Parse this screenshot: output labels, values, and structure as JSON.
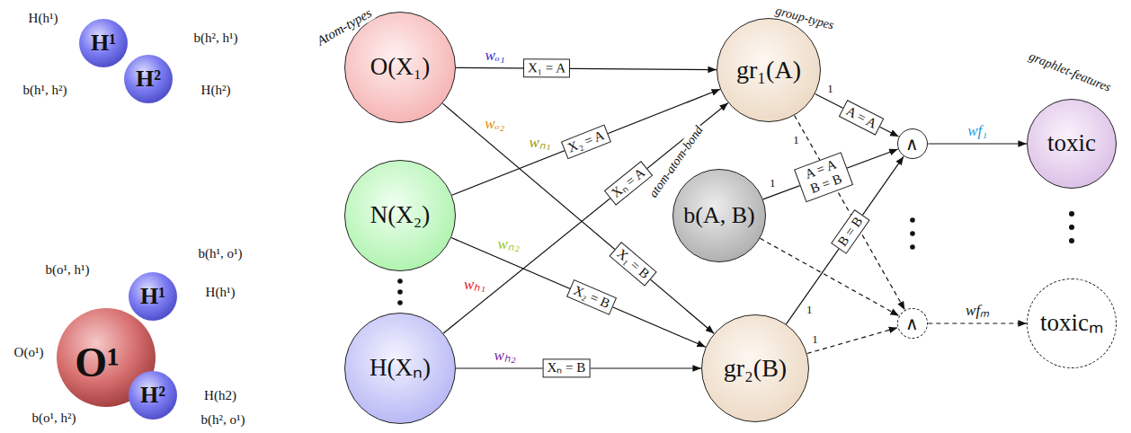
{
  "diagram": {
    "nodes": [
      {
        "text": [
          "H¹"
        ]
      },
      {
        "text": [
          "H²"
        ]
      },
      {
        "text": [
          "O¹"
        ]
      },
      {
        "text": [
          "H¹"
        ]
      },
      {
        "text": [
          "H²"
        ]
      },
      {
        "text": [
          "O(X₁)"
        ]
      },
      {
        "text": [
          "N(X₂)"
        ]
      },
      {
        "text": [
          "H(Xₙ)"
        ]
      },
      {
        "text": [
          "gr₁(A)"
        ]
      },
      {
        "text": [
          "b(A, B)"
        ]
      },
      {
        "text": [
          "gr₂(B)"
        ]
      },
      {
        "text": [
          "∧"
        ]
      },
      {
        "text": [
          "∧"
        ]
      },
      {
        "text": [
          "toxic"
        ]
      },
      {
        "text": [
          "toxicₘ"
        ]
      }
    ],
    "edges": [
      {
        "from": 5,
        "to": 8,
        "arrow": "to",
        "label": "X₁ = A"
      },
      {
        "from": 6,
        "to": 8,
        "arrow": "to",
        "label": "X₂ = A"
      },
      {
        "from": 7,
        "to": 8,
        "arrow": "to",
        "label": "Xₙ = A"
      },
      {
        "from": 5,
        "to": 10,
        "arrow": "to",
        "label": "X₁ = B"
      },
      {
        "from": 6,
        "to": 10,
        "arrow": "to",
        "label": "X₂ = B"
      },
      {
        "from": 7,
        "to": 10,
        "arrow": "to",
        "label": "Xₙ = B"
      },
      {
        "from": 8,
        "to": 11,
        "arrow": "to",
        "label": "A = A"
      },
      {
        "from": 9,
        "to": 11,
        "arrow": "to",
        "label": "A = A B = B"
      },
      {
        "from": 10,
        "to": 11,
        "arrow": "to",
        "label": "B = B"
      },
      {
        "from": 8,
        "to": 12,
        "arrow": "to"
      },
      {
        "from": 9,
        "to": 12,
        "arrow": "to"
      },
      {
        "from": 10,
        "to": 12,
        "arrow": "to"
      },
      {
        "from": 11,
        "to": 13,
        "arrow": "to"
      },
      {
        "from": 12,
        "to": 14,
        "arrow": "to"
      }
    ],
    "labels": [
      "H(h¹)",
      "b(h¹, h²)",
      "b(h², h¹)",
      "H(h²)",
      "b(h¹, o¹)",
      "b(o¹, h¹)",
      "H(h¹)",
      "O(o¹)",
      "H(h2)",
      "b(o¹, h²)",
      "b(h², o¹)",
      "Atom-types",
      "group-types",
      "atom-atom-bond",
      "graphlet-features",
      "wₒ₁",
      "wₒ₂",
      "wₙ₁",
      "wₙ₂",
      "wₕ₁",
      "wₕ₂",
      "wf₁",
      "wfₘ",
      "1",
      "1",
      "1",
      "1",
      "1"
    ]
  }
}
